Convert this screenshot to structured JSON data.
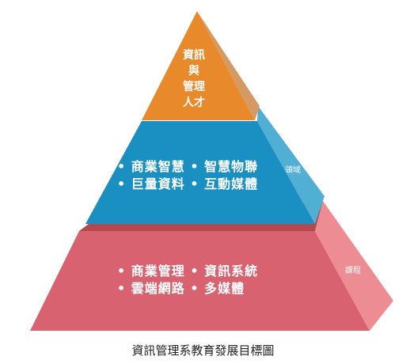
{
  "top": {
    "lines": [
      "資訊",
      "與",
      "管理",
      "人才"
    ]
  },
  "middle": {
    "row1": "• 商業智慧 • 智慧物聯",
    "row2": "• 巨量資料 • 互動媒體",
    "side_label": "領域"
  },
  "bottom": {
    "row1": "• 商業管理 • 資訊系統",
    "row2": "• 雲端網路 • 多媒體",
    "side_label": "課程"
  },
  "caption": "資訊管理系教育發展目標圖",
  "colors": {
    "top": "#E88A2C",
    "top_side": "#D59A64",
    "middle": "#1A8FC2",
    "middle_side": "#52AFD4",
    "bottom": "#D8626F",
    "bottom_side": "#EE8C93"
  }
}
